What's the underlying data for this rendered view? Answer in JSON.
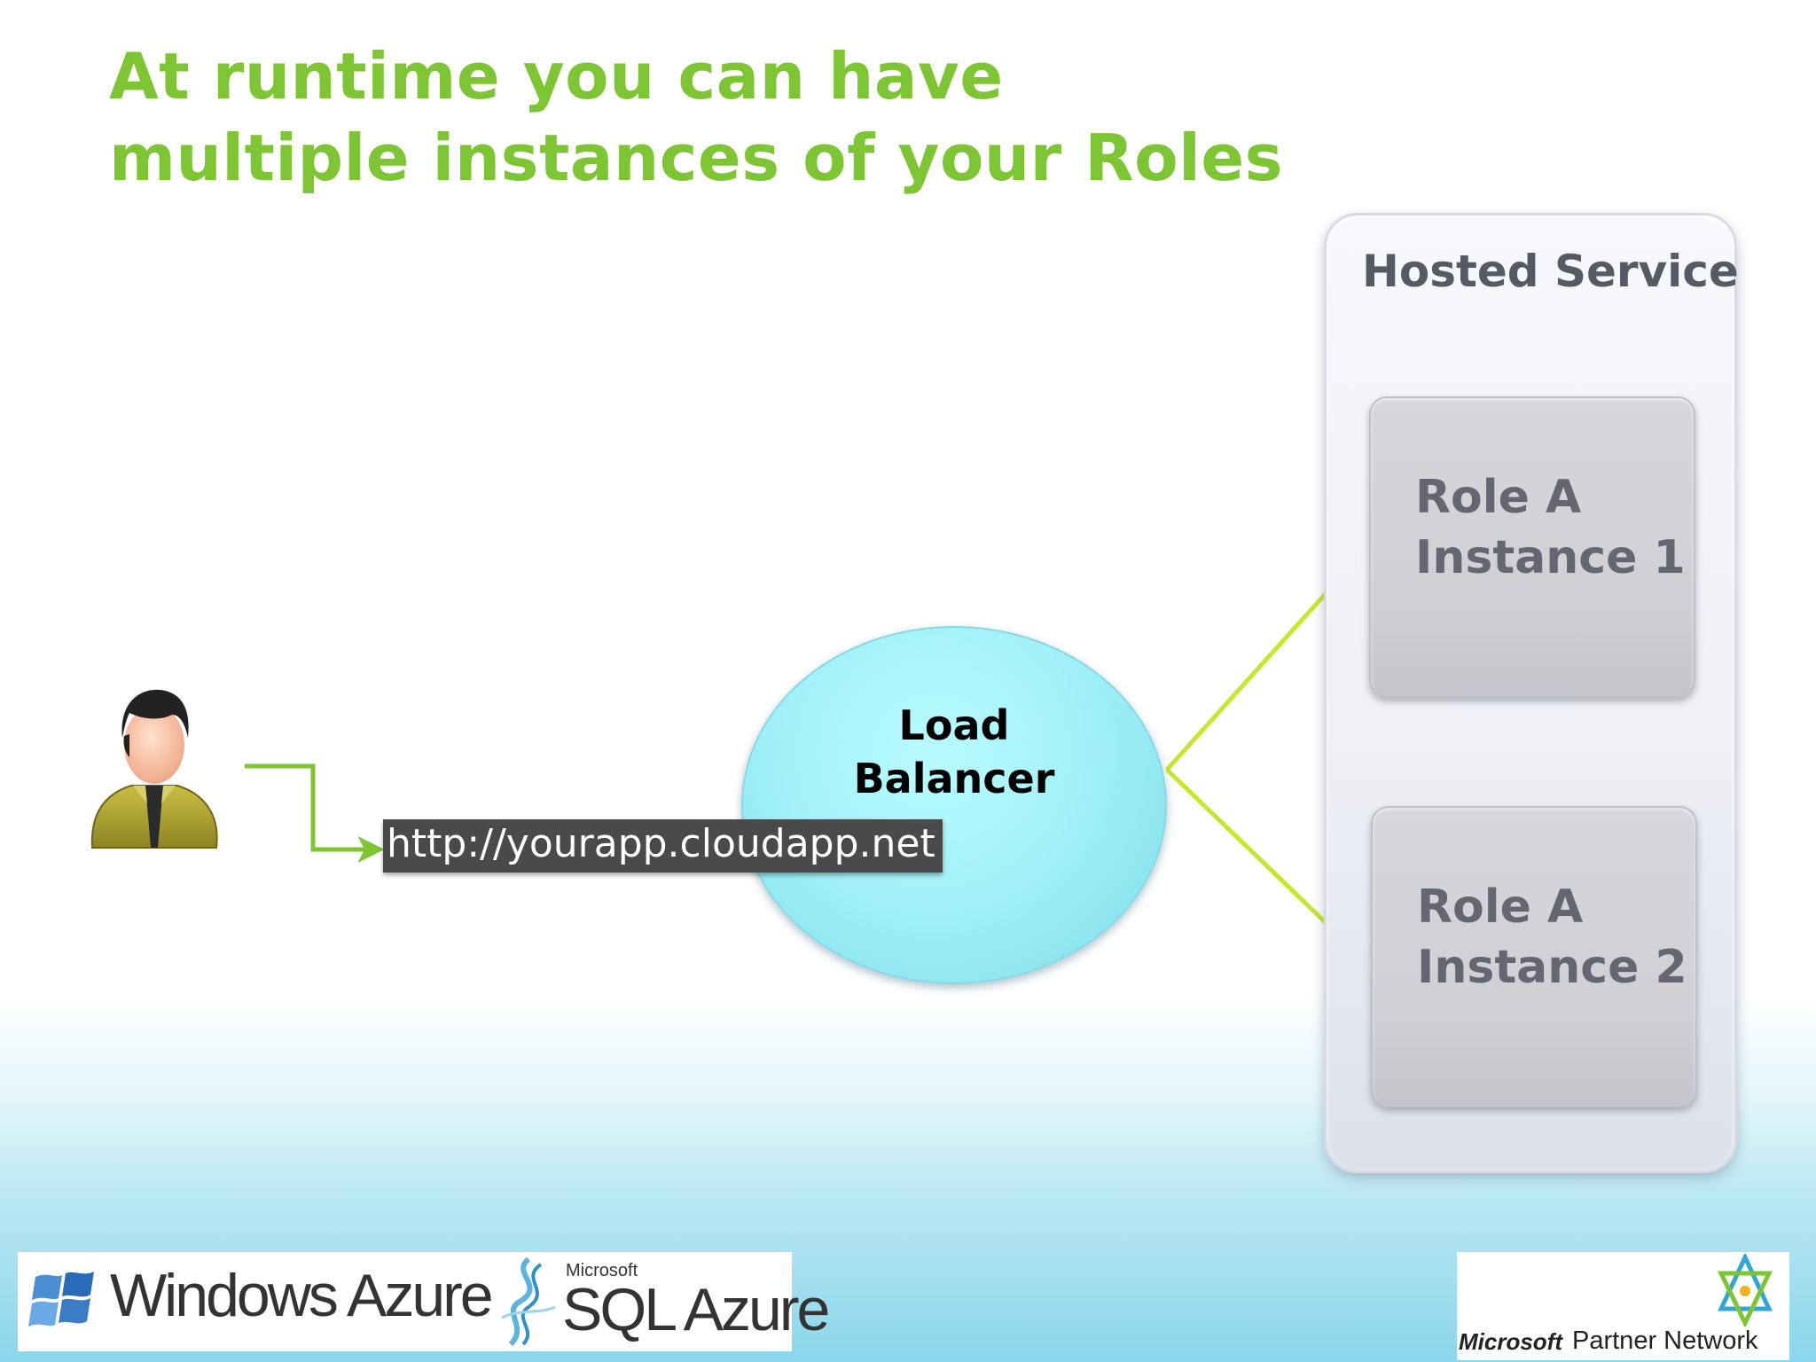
{
  "title": {
    "line1": "At runtime you can have",
    "line2": "multiple instances of your Roles"
  },
  "hosted_service": {
    "label": "Hosted Service",
    "roles": [
      {
        "line1": "Role A",
        "line2": "Instance 1"
      },
      {
        "line1": "Role A",
        "line2": "Instance 2"
      }
    ]
  },
  "load_balancer": {
    "line1": "Load",
    "line2": "Balancer"
  },
  "url": "http://yourapp.cloudapp.net",
  "logos": {
    "windows_azure": "Windows Azure",
    "microsoft_small": "Microsoft",
    "sql_azure": "SQL Azure",
    "partner_bold": "Microsoft",
    "partner_rest": "Partner Network"
  },
  "icons": {
    "person": "user-icon",
    "windows": "windows-flag-icon",
    "sql": "sql-server-icon",
    "partner": "partner-network-icon"
  },
  "colors": {
    "title": "#7dc532",
    "connector": "#c5e82b",
    "arrow_green": "#7dc532",
    "load_balancer": "#a2f2f8"
  }
}
